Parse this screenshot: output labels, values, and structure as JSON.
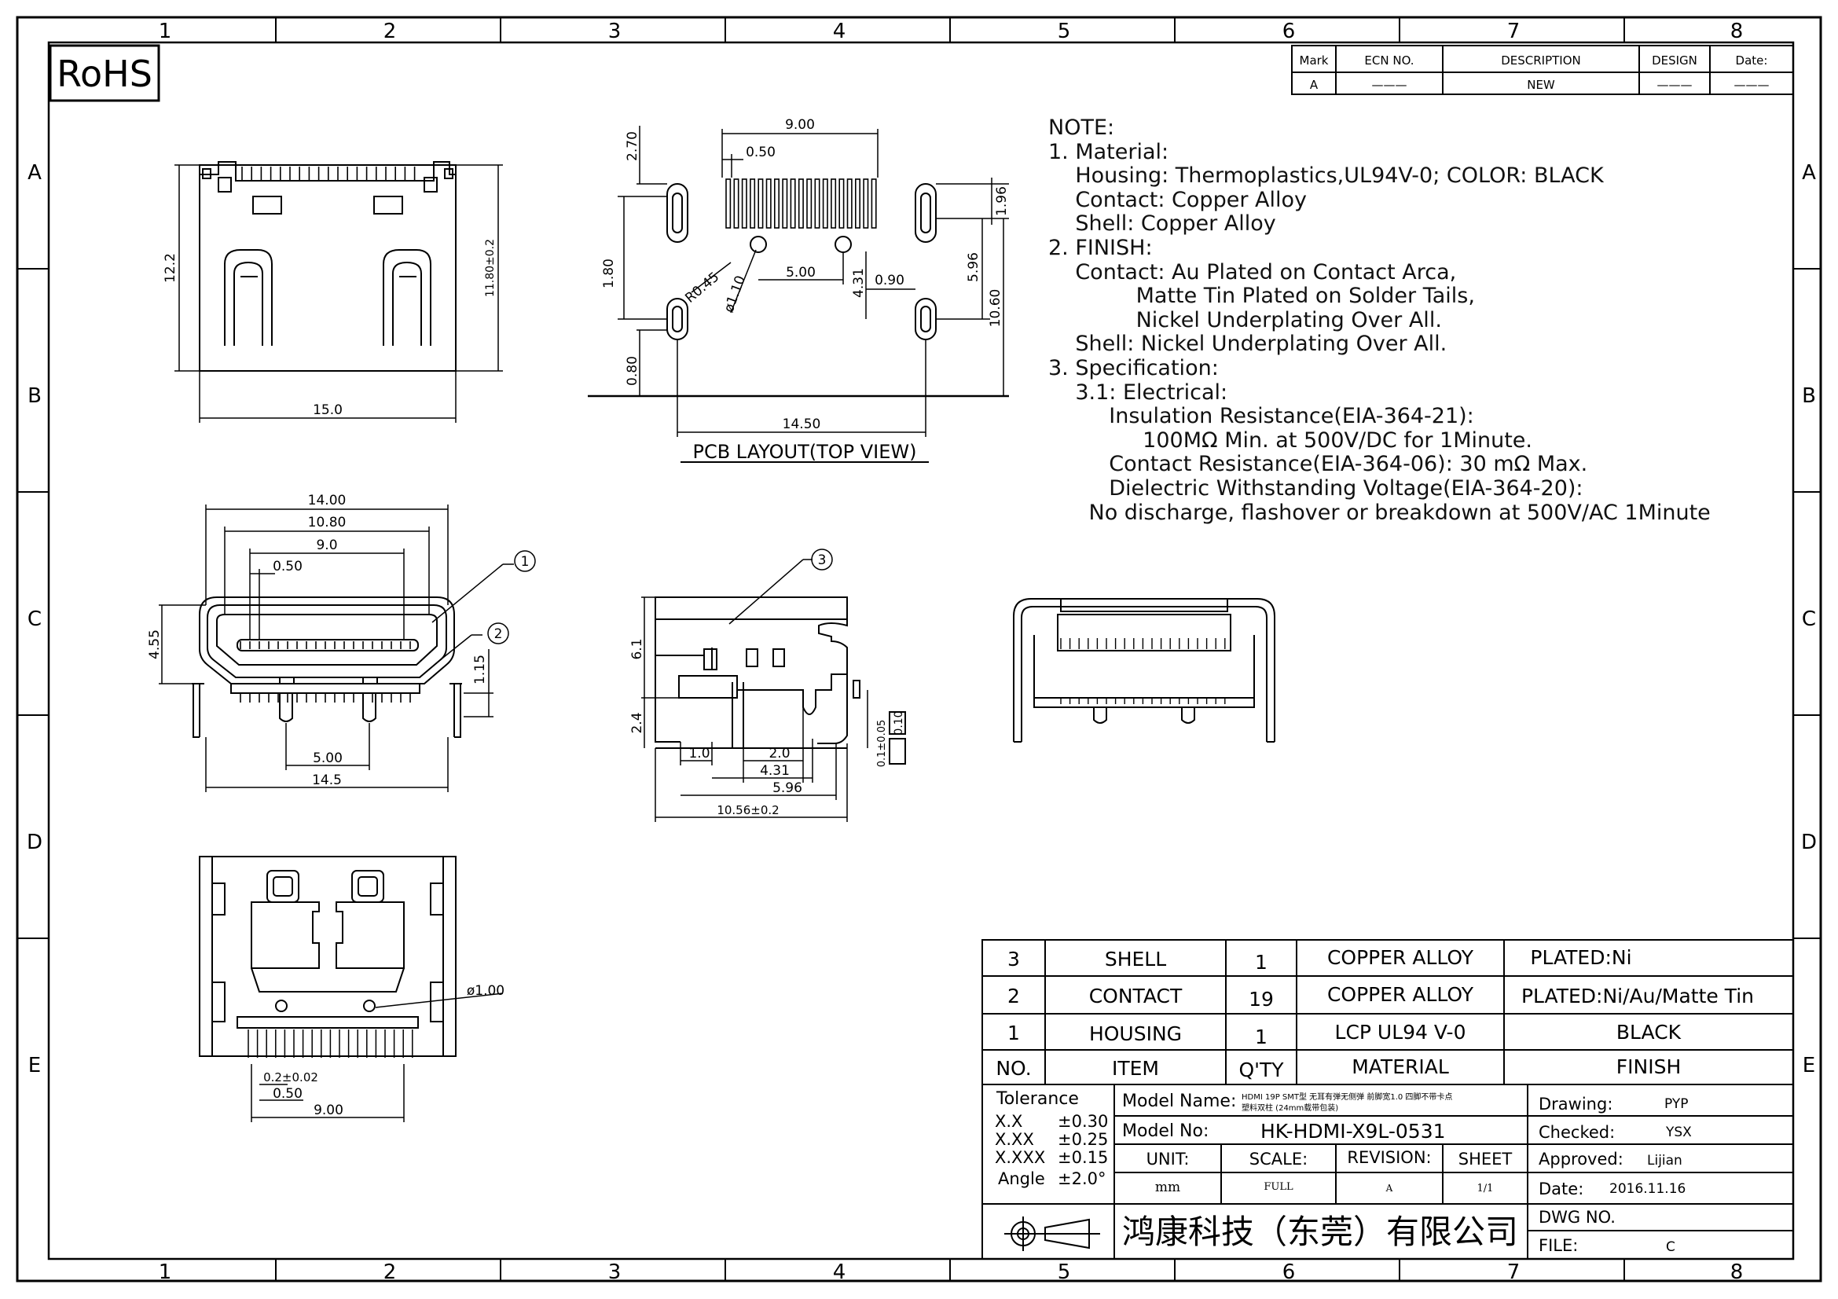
{
  "logo": "RoHS",
  "grid": {
    "columns": [
      "1",
      "2",
      "3",
      "4",
      "5",
      "6",
      "7",
      "8"
    ],
    "rows": [
      "A",
      "B",
      "C",
      "D",
      "E"
    ]
  },
  "revision_table": {
    "headers": [
      "Mark",
      "ECN NO.",
      "DESCRIPTION",
      "DESIGN",
      "Date:"
    ],
    "row": [
      "A",
      "———",
      "NEW",
      "———",
      "———"
    ]
  },
  "notes": [
    "NOTE:",
    "1. Material:",
    "    Housing: Thermoplastics,UL94V-0; COLOR: BLACK",
    "    Contact: Copper Alloy",
    "    Shell: Copper Alloy",
    "2. FINISH:",
    "    Contact: Au Plated on Contact Arca,",
    "             Matte Tin Plated on Solder Tails,",
    "             Nickel Underplating Over All.",
    "    Shell: Nickel Underplating Over All.",
    "3. Specification:",
    "    3.1: Electrical:",
    "         Insulation Resistance(EIA-364-21):",
    "              100MΩ Min. at 500V/DC for 1Minute.",
    "         Contact Resistance(EIA-364-06): 30 mΩ Max.",
    "         Dielectric Withstanding Voltage(EIA-364-20):",
    "      No discharge, flashover or breakdown at 500V/AC 1Minute"
  ],
  "pcb_label": "PCB LAYOUT(TOP VIEW)",
  "dimensions": {
    "top_view": {
      "height": "12.2",
      "depth": "11.80±0.2",
      "width": "15.0"
    },
    "pcb": {
      "pitch_span": "9.00",
      "pitch": "0.50",
      "top": "2.70",
      "pad_len": "1.96",
      "y1": "1.80",
      "r": "R0.45",
      "hole": "ø1.10",
      "hole_spacing": "5.00",
      "d431": "4.31",
      "d090": "0.90",
      "d596": "5.96",
      "d1060": "10.60",
      "d080": "0.80",
      "span": "14.50"
    },
    "front": {
      "w1400": "14.00",
      "w1080": "10.80",
      "w90": "9.0",
      "p050": "0.50",
      "h455": "4.55",
      "h115": "1.15",
      "d500": "5.00",
      "w145": "14.5",
      "callout1": "1",
      "callout2": "2"
    },
    "side": {
      "h61": "6.1",
      "h24": "2.4",
      "d10": "1.0",
      "d20": "2.0",
      "d431": "4.31",
      "d596": "5.96",
      "d1056": "10.56±0.2",
      "flat": "0.1±0.05",
      "flat_tol": "0.10",
      "callout3": "3"
    },
    "bottom": {
      "hole": "ø1.00",
      "d02": "0.2±0.02",
      "d050": "0.50",
      "d900": "9.00"
    }
  },
  "bom": [
    {
      "no": "3",
      "item": "SHELL",
      "qty": "1",
      "material": "COPPER ALLOY",
      "finish": "PLATED:Ni"
    },
    {
      "no": "2",
      "item": "CONTACT",
      "qty": "19",
      "material": "COPPER ALLOY",
      "finish": "PLATED:Ni/Au/Matte Tin"
    },
    {
      "no": "1",
      "item": "HOUSING",
      "qty": "1",
      "material": "LCP UL94 V-0",
      "finish": "BLACK"
    }
  ],
  "bom_headers": {
    "no": "NO.",
    "item": "ITEM",
    "qty": "Q'TY",
    "material": "MATERIAL",
    "finish": "FINISH"
  },
  "title_block": {
    "tolerance_label": "Tolerance",
    "tolerances": [
      [
        "X.X",
        "±0.30"
      ],
      [
        "X.XX",
        "±0.25"
      ],
      [
        "X.XXX",
        "±0.15"
      ],
      [
        "Angle",
        "±2.0°"
      ]
    ],
    "model_name_label": "Model Name:",
    "model_name_line1": "HDMI 19P SMT型 无耳有弹无侧弹 前脚宽1.0 四脚不带卡点",
    "model_name_line2": "塑料双柱 (24mm载带包装)",
    "model_no_label": "Model No:",
    "model_no": "HK-HDMI-X9L-0531",
    "unit_label": "UNIT:",
    "unit": "mm",
    "scale_label": "SCALE:",
    "scale": "FULL",
    "revision_label": "REVISION:",
    "revision": "A",
    "sheet_label": "SHEET",
    "sheet": "1/1",
    "company": "鸿康科技（东莞）有限公司",
    "drawing_label": "Drawing:",
    "drawing": "PYP",
    "checked_label": "Checked:",
    "checked": "YSX",
    "approved_label": "Approved:",
    "approved": "Lijian",
    "date_label": "Date:",
    "date": "2016.11.16",
    "dwg_label": "DWG NO.",
    "file_label": "FILE:",
    "file": "C"
  }
}
